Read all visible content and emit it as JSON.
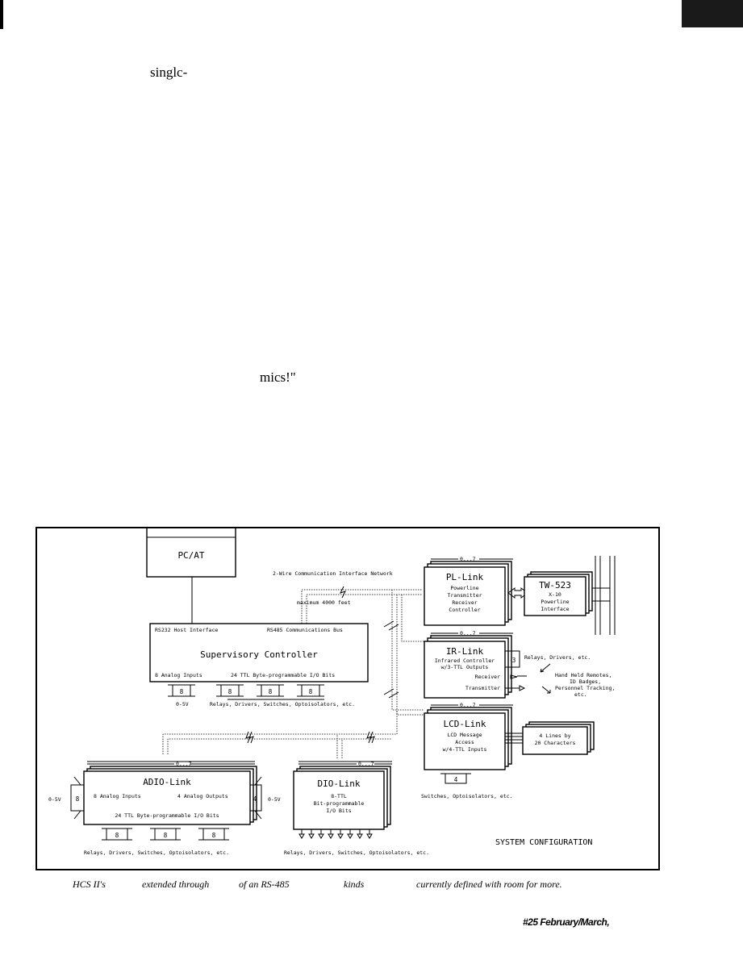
{
  "page": {
    "fragments": [
      "singlc-",
      "mics!\""
    ],
    "caption": {
      "part1": "HCS II's",
      "part2": "extended through",
      "part3": "of an RS-485",
      "part4": "kinds",
      "part5": "currently defined with room for more."
    },
    "footer": "#25 February/March,"
  },
  "diagram": {
    "pc": "PC/AT",
    "network": "2-Wire Communication Interface Network",
    "max_distance": "maximum 4000 feet",
    "supervisory": {
      "title": "Supervisory Controller",
      "rs232": "RS232 Host Interface",
      "rs485": "RS485 Communications Bus",
      "analog_in": "8 Analog Inputs",
      "ttl": "24 TTL Byte-programmable I/O Bits",
      "port_8": "8",
      "v_range": "0-5V",
      "relays": "Relays, Drivers, Switches, Optoisolators, etc."
    },
    "pl_link": {
      "title": "PL-Link",
      "range": "0...7",
      "lines": [
        "Powerline",
        "Transmitter",
        "Receiver",
        "Controller"
      ]
    },
    "tw523": {
      "title": "TW-523",
      "lines": [
        "X-10",
        "Powerline",
        "Interface"
      ]
    },
    "ir_link": {
      "title": "IR-Link",
      "range": "0...7",
      "lines": [
        "Infrared Controller",
        "w/3-TTL Outputs"
      ],
      "receiver": "Receiver",
      "transmitter": "Transmitter",
      "port": "3",
      "relays": "Relays, Drivers, etc.",
      "remotes": [
        "Hand Held Remotes,",
        "ID Badges,",
        "Personnel Tracking,",
        "etc."
      ]
    },
    "lcd_link": {
      "title": "LCD-Link",
      "range": "0...7",
      "lines": [
        "LCD Message",
        "Access",
        "w/4-TTL Inputs"
      ],
      "port": "4",
      "display": [
        "4 Lines by",
        "20 Characters"
      ],
      "switches": "Switches, Optoisolators, etc."
    },
    "adio_link": {
      "title": "ADIO-Link",
      "range": "0...7",
      "analog_in": "8 Analog Inputs",
      "analog_out": "4 Analog Outputs",
      "ttl": "24 TTL Byte-programmable I/O Bits",
      "port_in": "8",
      "port_out": "4",
      "v_range": "0-5V",
      "relays": "Relays, Drivers, Switches, Optoisolators, etc."
    },
    "dio_link": {
      "title": "DIO-Link",
      "range": "0...7",
      "lines": [
        "8-TTL",
        "Bit-programmable",
        "I/O Bits"
      ],
      "relays": "Relays, Drivers, Switches, Optoisolators, etc."
    },
    "system_config": "SYSTEM CONFIGURATION"
  }
}
